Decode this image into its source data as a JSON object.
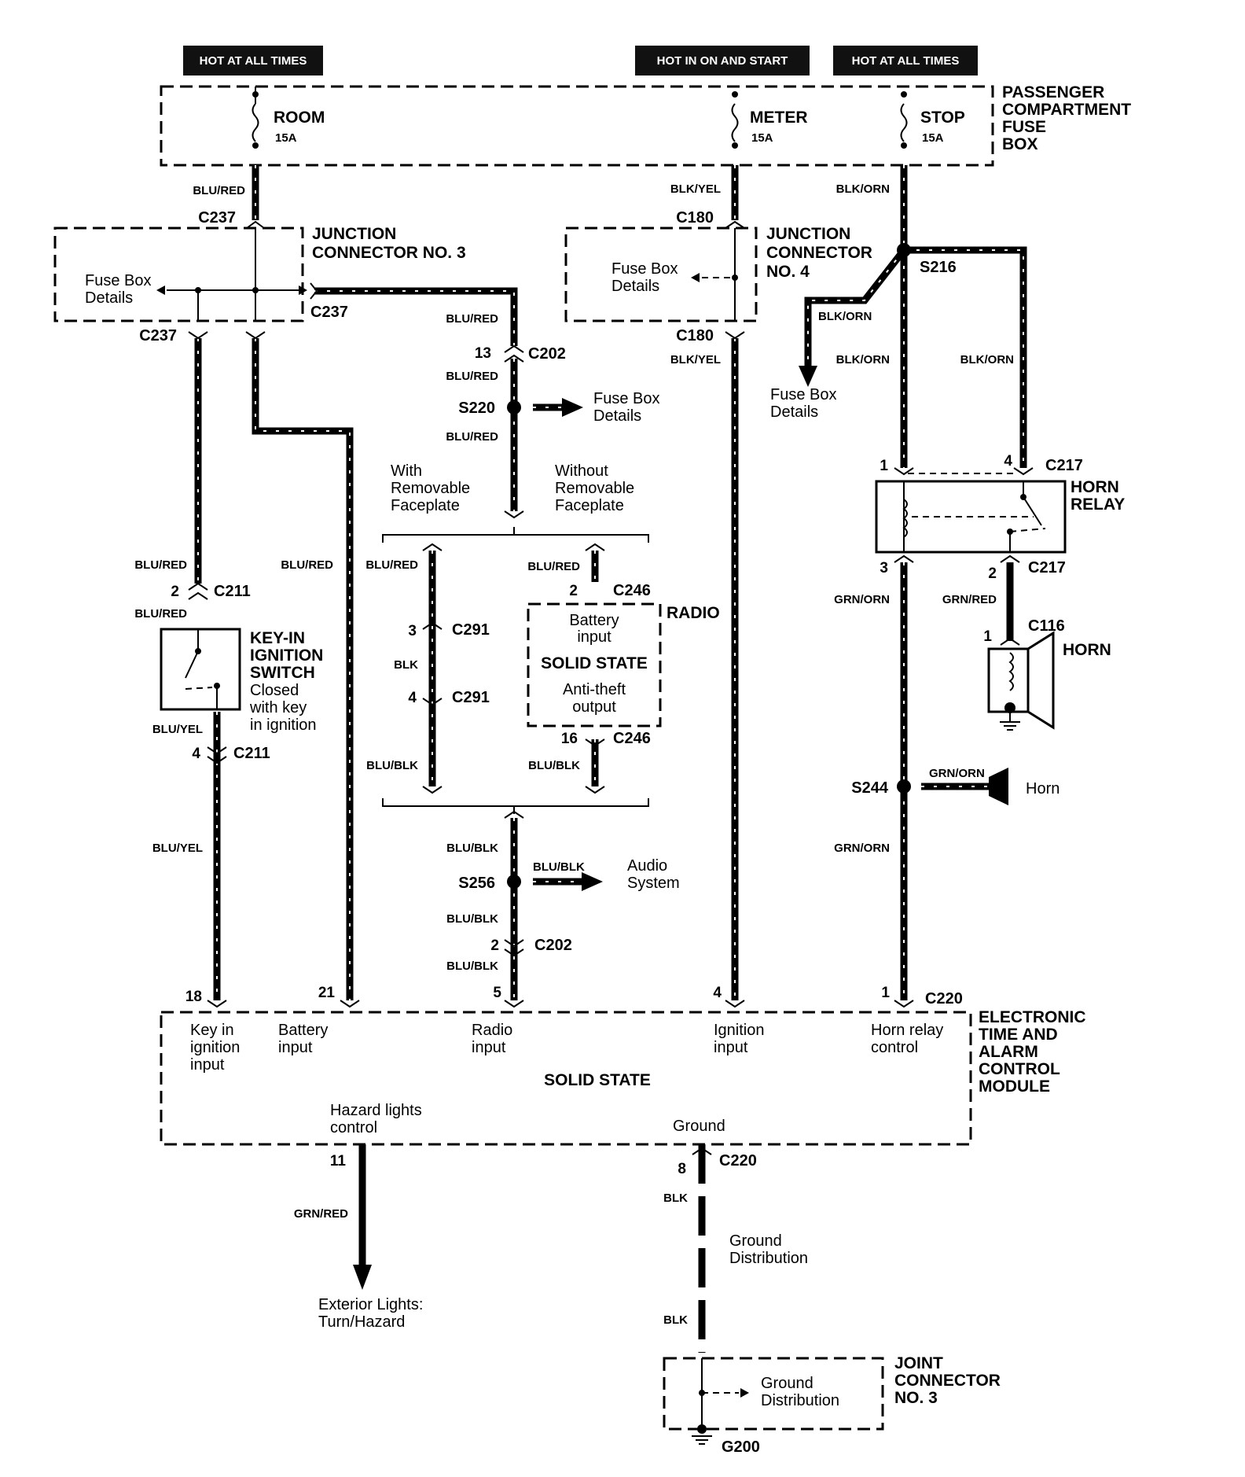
{
  "headers": {
    "hot_all_times_left": "HOT AT ALL TIMES",
    "hot_on_start": "HOT IN ON AND START",
    "hot_all_times_right": "HOT AT ALL TIMES"
  },
  "fuse_box": {
    "title_1": "PASSENGER",
    "title_2": "COMPARTMENT",
    "title_3": "FUSE",
    "title_4": "BOX",
    "room": "ROOM",
    "room_amp": "15A",
    "meter": "METER",
    "meter_amp": "15A",
    "stop": "STOP",
    "stop_amp": "15A"
  },
  "wires": {
    "blu_red": "BLU/RED",
    "blk_yel": "BLK/YEL",
    "blk_orn": "BLK/ORN",
    "blu_yel": "BLU/YEL",
    "blk": "BLK",
    "blu_blk": "BLU/BLK",
    "grn_orn": "GRN/ORN",
    "grn_red": "GRN/RED"
  },
  "connectors": {
    "c237": "C237",
    "c180": "C180",
    "c202": "C202",
    "c211": "C211",
    "c291": "C291",
    "c246": "C246",
    "c217": "C217",
    "c116": "C116",
    "c220": "C220",
    "s216": "S216",
    "s220": "S220",
    "s244": "S244",
    "s256": "S256",
    "g200": "G200"
  },
  "pins": {
    "p1": "1",
    "p2": "2",
    "p3": "3",
    "p4": "4",
    "p5": "5",
    "p8": "8",
    "p11": "11",
    "p13": "13",
    "p16": "16",
    "p18": "18",
    "p21": "21"
  },
  "labels": {
    "jc3_1": "JUNCTION",
    "jc3_2": "CONNECTOR NO. 3",
    "jc4_1": "JUNCTION",
    "jc4_2": "CONNECTOR",
    "jc4_3": "NO. 4",
    "fuse_box_1": "Fuse Box",
    "fuse_box_2": "Details",
    "with_1": "With",
    "with_2": "Removable",
    "with_3": "Faceplate",
    "without_1": "Without",
    "without_2": "Removable",
    "without_3": "Faceplate",
    "key_1": "KEY-IN",
    "key_2": "IGNITION",
    "key_3": "SWITCH",
    "key_4": "Closed",
    "key_5": "with key",
    "key_6": "in ignition",
    "radio": "RADIO",
    "radio_battery_1": "Battery",
    "radio_battery_2": "input",
    "solid_state_caps": "SOLID STATE",
    "anti_theft_1": "Anti-theft",
    "anti_theft_2": "output",
    "horn_relay_1": "HORN",
    "horn_relay_2": "RELAY",
    "horn_caps": "HORN",
    "horn": "Horn",
    "audio_1": "Audio",
    "audio_2": "System",
    "etacm_1": "ELECTRONIC",
    "etacm_2": "TIME AND",
    "etacm_3": "ALARM",
    "etacm_4": "CONTROL",
    "etacm_5": "MODULE",
    "key_in_1": "Key in",
    "key_in_2": "ignition",
    "key_in_3": "input",
    "battery_1": "Battery",
    "battery_2": "input",
    "radio_in_1": "Radio",
    "radio_in_2": "input",
    "ign_1": "Ignition",
    "ign_2": "input",
    "horn_ctl_1": "Horn relay",
    "horn_ctl_2": "control",
    "solid_state": "SOLID STATE",
    "hazard_1": "Hazard lights",
    "hazard_2": "control",
    "ground": "Ground",
    "ground_dist_1": "Ground",
    "ground_dist_2": "Distribution",
    "ext_1": "Exterior Lights:",
    "ext_2": "Turn/Hazard",
    "joint_1": "JOINT",
    "joint_2": "CONNECTOR",
    "joint_3": "NO. 3"
  }
}
